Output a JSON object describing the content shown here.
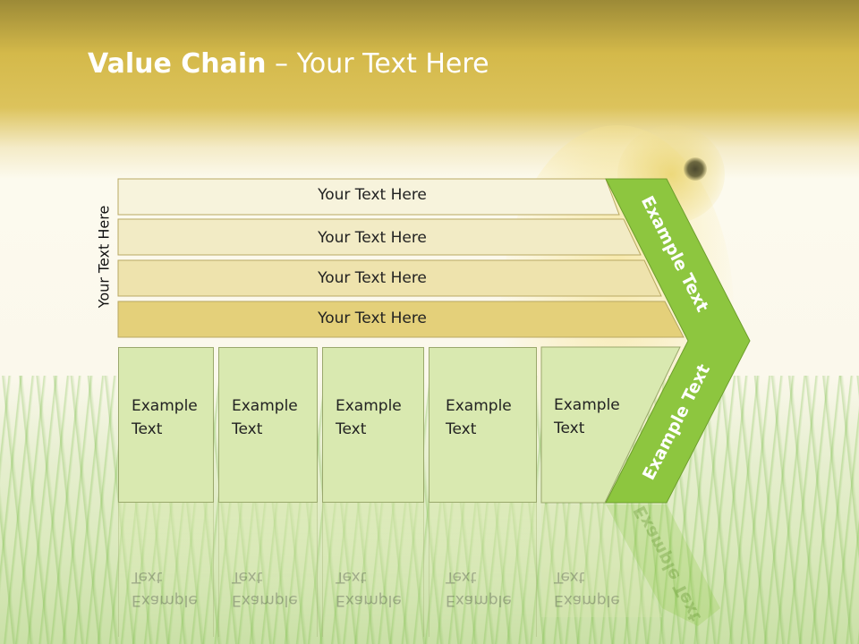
{
  "title": {
    "bold": "Value Chain",
    "rest": " – Your Text Here"
  },
  "side_label": "Your Text Here",
  "bands": [
    "Your Text Here",
    "Your Text Here",
    "Your Text Here",
    "Your Text Here"
  ],
  "boxes": [
    {
      "line1": "Example",
      "line2": "Text"
    },
    {
      "line1": "Example",
      "line2": "Text"
    },
    {
      "line1": "Example",
      "line2": "Text"
    },
    {
      "line1": "Example",
      "line2": "Text"
    },
    {
      "line1": "Example",
      "line2": "Text"
    }
  ],
  "arrow": {
    "upper": "Example Text",
    "lower": "Example Text"
  },
  "colors": {
    "header": "#d4b94a",
    "band_1": "#f7f3dc",
    "band_2": "#f2ebc5",
    "band_3": "#eee3ad",
    "band_4": "#e4d07a",
    "box_fill": "#d9e9b0",
    "arrow_green": "#8dc63f"
  }
}
